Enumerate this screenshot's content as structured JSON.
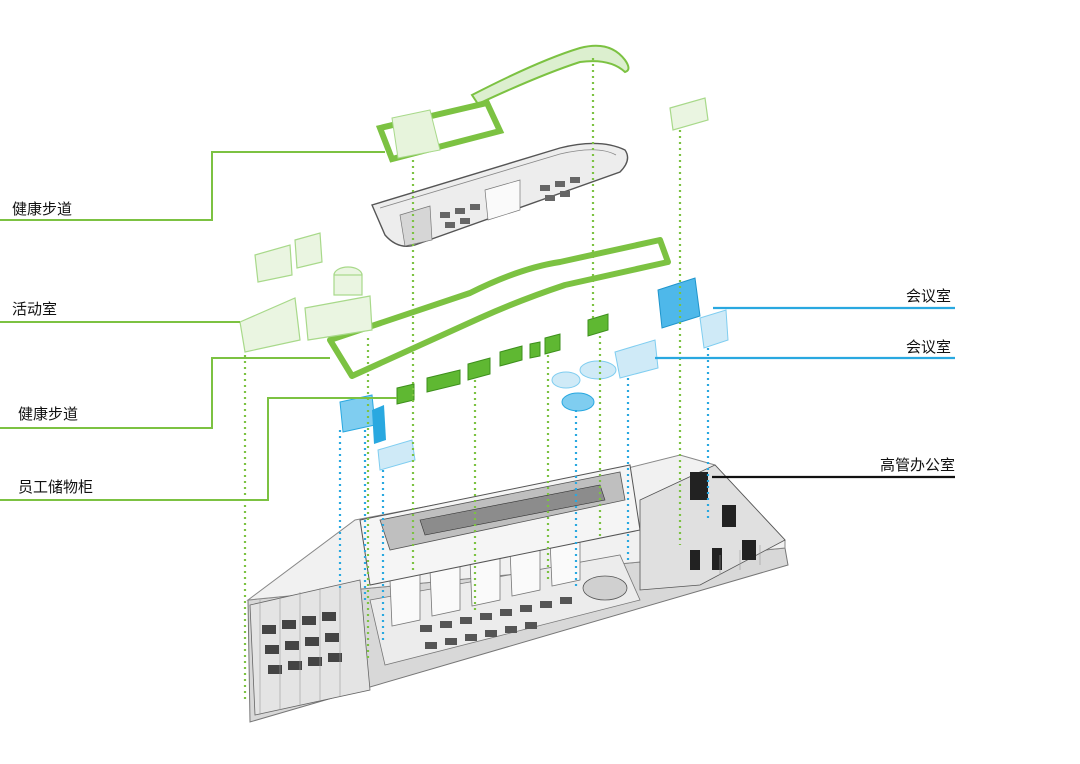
{
  "labels": {
    "health_walkway_top": "健康步道",
    "activity_room": "活动室",
    "health_walkway_mid": "健康步道",
    "staff_locker": "员工储物柜",
    "meeting_room_1": "会议室",
    "meeting_room_2": "会议室",
    "executive_office": "高管办公室"
  },
  "colors": {
    "green": "#7cc242",
    "green_light": "#a8d98a",
    "green_pale": "#dcefcf",
    "blue": "#29a8e0",
    "blue_light": "#7fcdf0",
    "blue_pale": "#cfeaf7",
    "black": "#111111",
    "gray": "#888888"
  }
}
